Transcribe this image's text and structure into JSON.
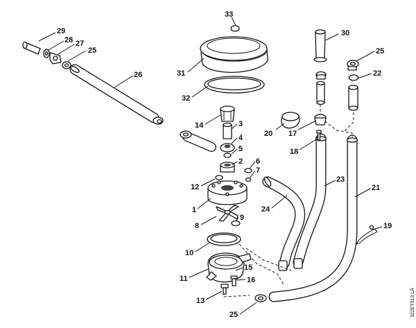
{
  "callouts": {
    "c1": "1",
    "c2": "2",
    "c3": "3",
    "c4": "4",
    "c5": "5",
    "c6": "6",
    "c7": "7",
    "c8": "8",
    "c9": "9",
    "c10": "10",
    "c11": "11",
    "c12": "12",
    "c13": "13",
    "c14": "14",
    "c15": "15",
    "c16": "16",
    "c17": "17",
    "c18": "18",
    "c19": "19",
    "c20": "20",
    "c21": "21",
    "c22": "22",
    "c23": "23",
    "c24": "24",
    "c25a": "25",
    "c25b": "25",
    "c25c": "25",
    "c26": "26",
    "c27": "27",
    "c28": "28",
    "c29": "29",
    "c30": "30",
    "c31": "31",
    "c32": "32",
    "c33": "33"
  },
  "reference_code": "322ET013 LÄ"
}
